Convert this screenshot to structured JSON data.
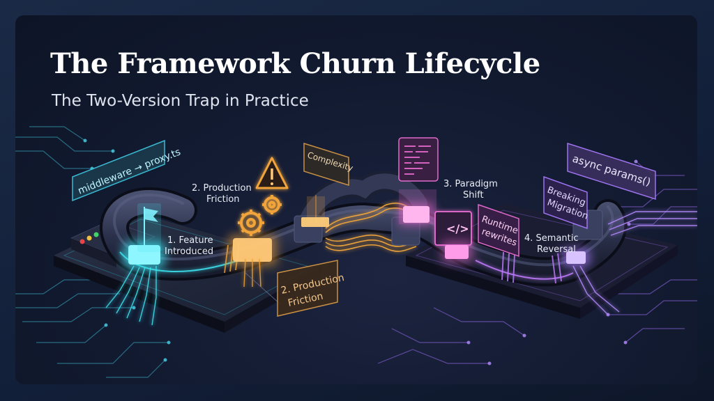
{
  "title": "The Framework Churn Lifecycle",
  "subtitle": "The Two-Version Trap in Practice",
  "labels": {
    "code_panel": "middleware → proxy.ts",
    "stage1": [
      "1. Feature",
      "Introduced"
    ],
    "stage2": [
      "2. Production",
      "Friction"
    ],
    "stage2_panel": [
      "2. Production",
      "Friction"
    ],
    "complexity": "Complexity",
    "stage3": [
      "3. Paradigm",
      "Shift"
    ],
    "runtime": [
      "Runtime",
      "rewrites"
    ],
    "stage4": [
      "4. Semantic",
      "Reversal"
    ],
    "breaking": [
      "Breaking",
      "Migration"
    ],
    "async": "async params()",
    "code_glyph": "</>"
  },
  "colors": {
    "cyan": "#3ee3f0",
    "orange": "#f0a43a",
    "pink": "#ee6fd6",
    "purple": "#a97bff"
  }
}
